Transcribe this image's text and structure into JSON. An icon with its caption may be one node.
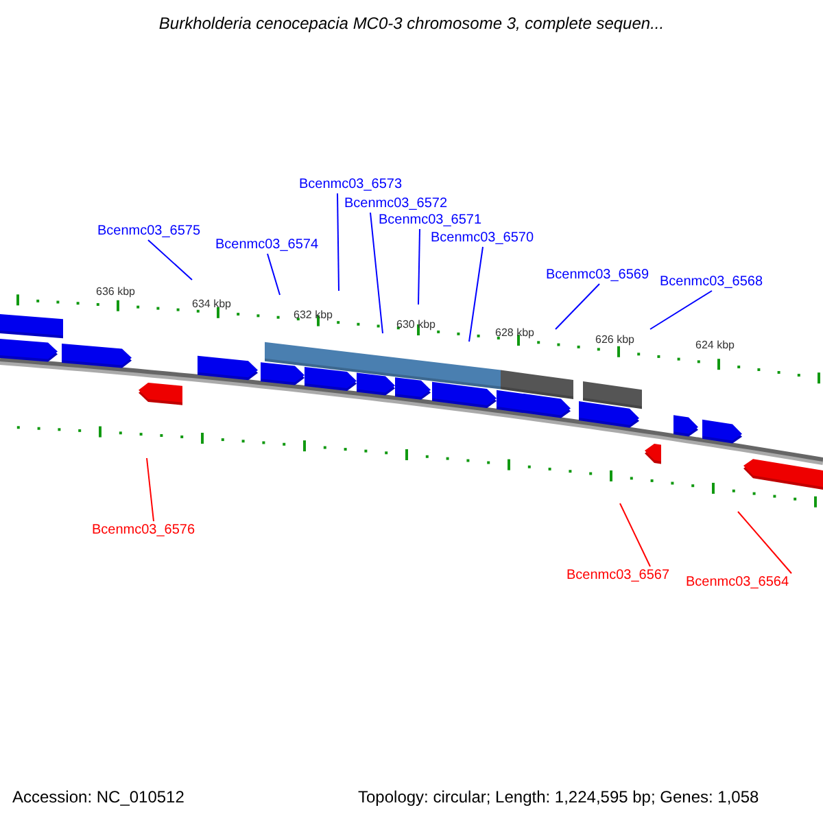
{
  "diagram": {
    "title": "Burkholderia cenocepacia MC0-3 chromosome 3, complete sequen...",
    "nodes": [
      {
        "text": [
          "Bcenmc03_6575"
        ]
      },
      {
        "text": [
          "Bcenmc03_6574"
        ]
      },
      {
        "text": [
          "Bcenmc03_6573"
        ]
      },
      {
        "text": [
          "Bcenmc03_6572"
        ]
      },
      {
        "text": [
          "Bcenmc03_6571"
        ]
      },
      {
        "text": [
          "Bcenmc03_6570"
        ]
      },
      {
        "text": [
          "Bcenmc03_6569"
        ]
      },
      {
        "text": [
          "Bcenmc03_6568"
        ]
      },
      {
        "text": [
          "Bcenmc03_6576"
        ]
      },
      {
        "text": [
          "Bcenmc03_6567"
        ]
      },
      {
        "text": [
          "Bcenmc03_6564"
        ]
      }
    ],
    "edges": [
      {
        "from": 0,
        "to": null,
        "arrow": "none"
      },
      {
        "from": 1,
        "to": null,
        "arrow": "none"
      },
      {
        "from": 2,
        "to": null,
        "arrow": "none"
      },
      {
        "from": 3,
        "to": null,
        "arrow": "none"
      },
      {
        "from": 4,
        "to": null,
        "arrow": "none"
      },
      {
        "from": 5,
        "to": null,
        "arrow": "none"
      },
      {
        "from": 6,
        "to": null,
        "arrow": "none"
      },
      {
        "from": 7,
        "to": null,
        "arrow": "none"
      },
      {
        "from": 8,
        "to": null,
        "arrow": "none",
        "color": "#ff0000"
      },
      {
        "from": 9,
        "to": null,
        "arrow": "none",
        "color": "#ff0000"
      },
      {
        "from": 10,
        "to": null,
        "arrow": "none",
        "color": "#ff0000"
      }
    ],
    "labels": [
      "636 kbp",
      "634 kbp",
      "632 kbp",
      "630 kbp",
      "628 kbp",
      "626 kbp",
      "624 kbp",
      "Accession: NC_010512",
      "Topology: circular; Length: 1,224,595 bp; Genes: 1,058"
    ]
  }
}
